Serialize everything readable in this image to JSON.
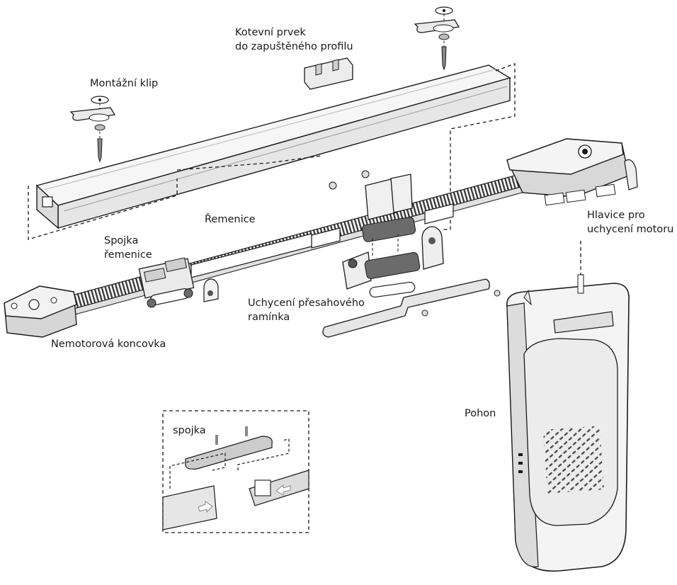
{
  "labels": {
    "anchor": {
      "line1": "Kotevní prvek",
      "line2": "do zapuštěného profilu"
    },
    "mounting_clip": "Montážní klip",
    "belt": "Řemenice",
    "belt_coupling": {
      "line1": "Spojka",
      "line2": "řemenice"
    },
    "motor_head": {
      "line1": "Hlavice pro",
      "line2": "uchycení motoru"
    },
    "overlap_arm": {
      "line1": "Uchycení přesahového",
      "line2": "ramínka"
    },
    "end_cap": "Nemotorová koncovka",
    "drive": "Pohon",
    "connector": "spojka"
  },
  "colors": {
    "line": "#1a1a1a",
    "part_fill": "#f3f3f3",
    "part_shade": "#d9d9d9",
    "dark_part": "#6b6b6b"
  }
}
